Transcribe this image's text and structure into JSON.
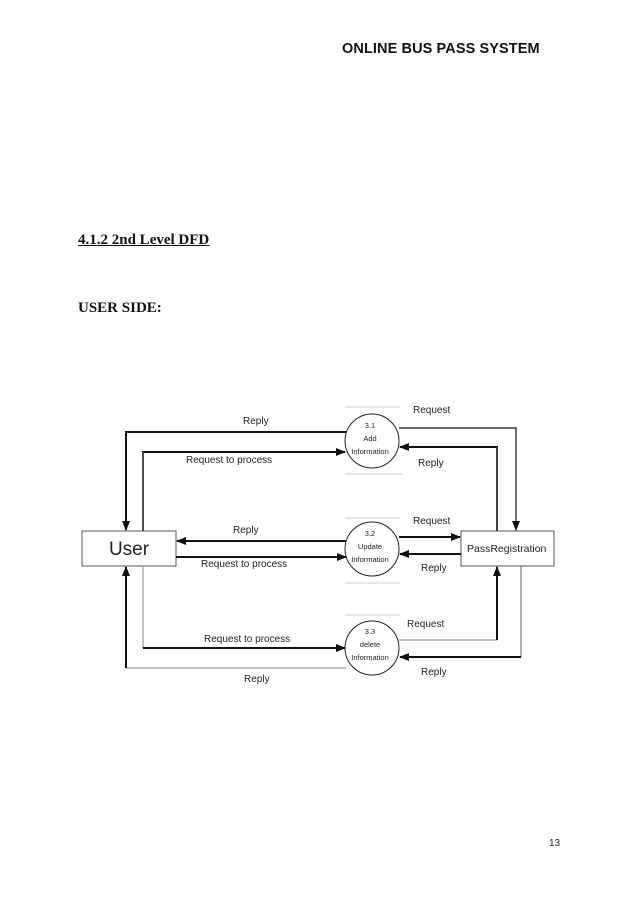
{
  "header": {
    "title": "ONLINE BUS PASS SYSTEM"
  },
  "section": {
    "heading": "4.1.2 2nd Level DFD",
    "subheading": "USER SIDE:"
  },
  "diagram": {
    "entities": {
      "user": "User",
      "pass_registration": "PassRegistration"
    },
    "processes": [
      {
        "id": "3.1",
        "line1": "Add",
        "line2": "Information"
      },
      {
        "id": "3.2",
        "line1": "Update",
        "line2": "Information"
      },
      {
        "id": "3.3",
        "line1": "delete",
        "line2": "Information"
      }
    ],
    "flows": {
      "p1_reply_to_user": "Reply",
      "p1_request_from_user": "Request to process",
      "p1_request_to_pass": "Request",
      "p1_reply_from_pass": "Reply",
      "p2_reply_to_user": "Reply",
      "p2_request_from_user": "Request to process",
      "p2_request_to_pass": "Request",
      "p2_reply_from_pass": "Reply",
      "p3_request_from_user": "Request to process",
      "p3_reply_to_user": "Reply",
      "p3_request_to_pass": "Request",
      "p3_reply_from_pass": "Reply"
    }
  },
  "footer": {
    "page_number": "13"
  }
}
